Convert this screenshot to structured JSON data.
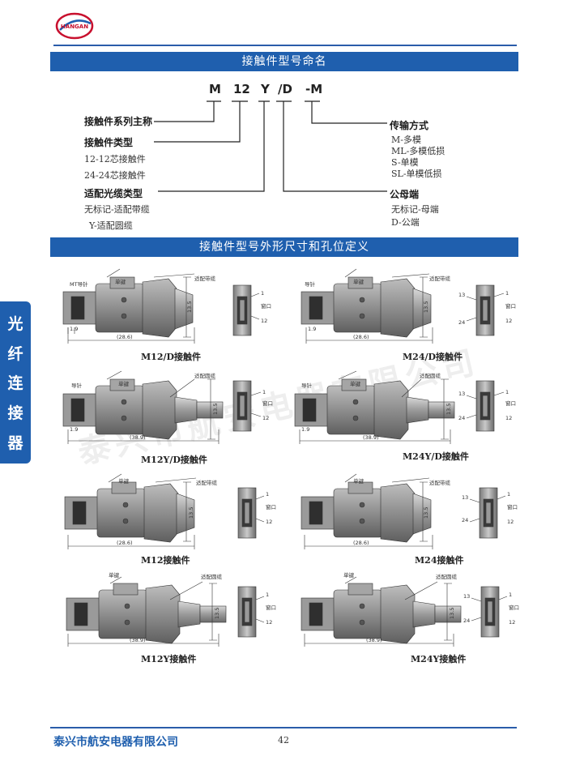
{
  "logo": {
    "text": "HANGAN",
    "icon": "company-logo-icon"
  },
  "banners": {
    "naming": "接触件型号命名",
    "dimensions": "接触件型号外形尺寸和孔位定义"
  },
  "model_code": [
    "M",
    "12",
    "Y",
    "/D",
    "-M"
  ],
  "naming": {
    "series_label": "接触件系列主称",
    "type_label": "接触件类型",
    "type_items": [
      "12-12芯接触件",
      "24-24芯接触件"
    ],
    "cable_label": "适配光缆类型",
    "cable_items": [
      "无标记-适配带缆",
      "Y-适配圆缆"
    ],
    "transmission_label": "传输方式",
    "transmission_items": [
      "M-多模",
      "ML-多模低损",
      "S-单模",
      "SL-单模低损"
    ],
    "gender_label": "公母端",
    "gender_items": [
      "无标记-母端",
      "D-公端"
    ]
  },
  "sidebar": {
    "chars": [
      "光",
      "纤",
      "连",
      "接",
      "器"
    ]
  },
  "watermark": "泰兴市航安电器有限公司",
  "drawing_labels": {
    "guide_pin": "导针",
    "mt_guide_pin": "MT导针",
    "single_key": "单键",
    "ribbon_cable": "适配带缆",
    "round_cable": "适配圆缆",
    "window": "窗口",
    "dim_136": "13.5",
    "dim_19": "1.9",
    "dim_286": "(28.6)",
    "dim_389": "(38.9)",
    "pin_1": "1",
    "pin_12": "12",
    "pin_13": "13",
    "pin_24": "24"
  },
  "captions": {
    "m12d": "M12/D接触件",
    "m24d": "M24/D接触件",
    "m12yd": "M12Y/D接触件",
    "m24yd": "M24Y/D接触件",
    "m12": "M12接触件",
    "m24": "M24接触件",
    "m12y": "M12Y接触件",
    "m24y": "M24Y接触件"
  },
  "footer": {
    "company": "泰兴市航安电器有限公司",
    "page": "42"
  },
  "colors": {
    "banner": "#1f5fae",
    "line": "#2a5caa",
    "accent_red": "#c8102e"
  }
}
